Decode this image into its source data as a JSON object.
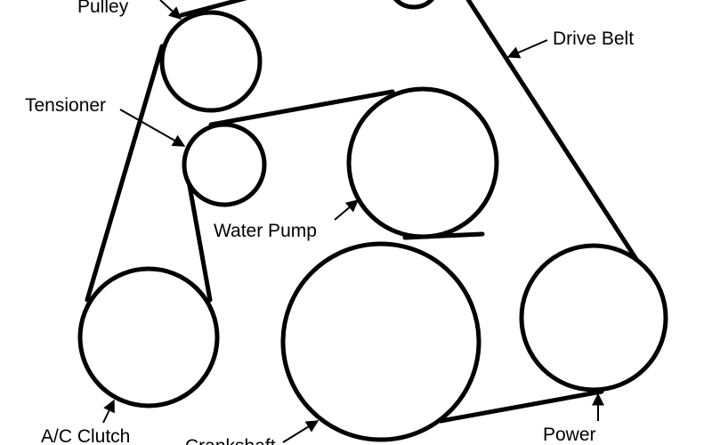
{
  "diagram": {
    "labels": {
      "pulley": "Pulley",
      "drive_belt": "Drive Belt",
      "tensioner": "Tensioner",
      "water_pump": "Water Pump",
      "ac_clutch": "A/C Clutch",
      "power": "Power",
      "crankshaft_partial": "Crankshaft"
    }
  }
}
